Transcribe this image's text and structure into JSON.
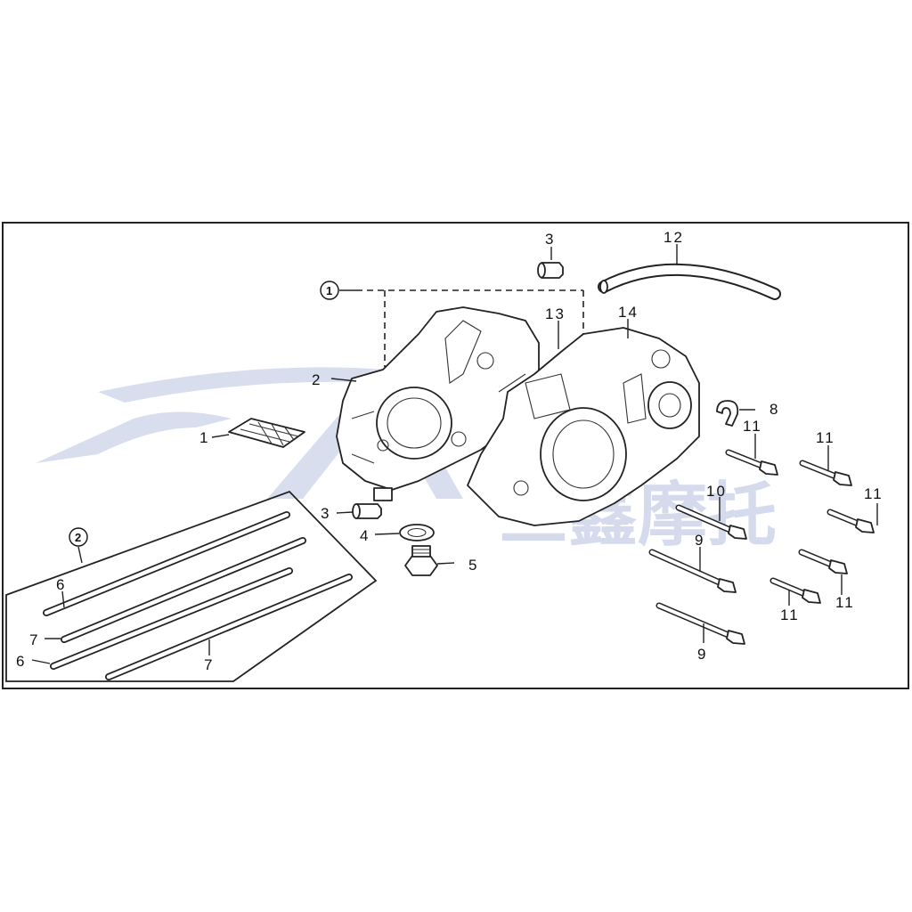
{
  "diagram": {
    "group_labels": {
      "crankcase_set": "1",
      "stud_set": "2"
    },
    "callouts": {
      "c1": "1",
      "c2": "2",
      "c3_top": "3",
      "c3_bottom": "3",
      "c4": "4",
      "c5": "5",
      "c6_a": "6",
      "c6_b": "6",
      "c7_a": "7",
      "c7_b": "7",
      "c8": "8",
      "c9_a": "9",
      "c9_b": "9",
      "c10": "10",
      "c11_a": "11",
      "c11_b": "11",
      "c11_c": "11",
      "c11_d": "11",
      "c11_e": "11",
      "c12": "12",
      "c13": "13",
      "c14": "14"
    },
    "watermark": {
      "text": "三鑫摩托",
      "color": "#d5daec"
    },
    "colors": {
      "line": "#222222",
      "background": "#ffffff"
    }
  }
}
